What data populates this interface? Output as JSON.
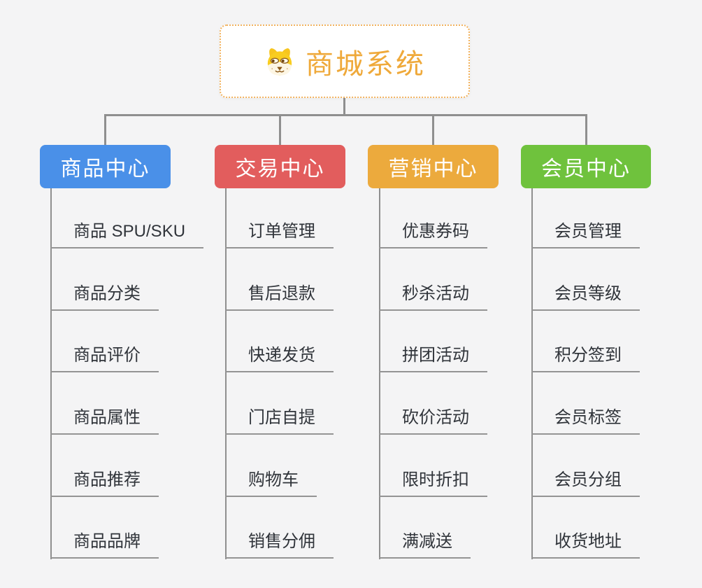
{
  "app": {
    "type": "mindmap",
    "background": "#f4f4f5",
    "connector_color": "#8f8f8f",
    "child_underline_color": "#949494",
    "child_text_color": "#30343a"
  },
  "root": {
    "label": "商城系统",
    "icon": "dog-face-icon",
    "text_color": "#efa93a",
    "border_color": "#f2b35f",
    "background": "#ffffff"
  },
  "branches": [
    {
      "label": "商品中心",
      "color": "#4a90e8",
      "text_color": "#ffffff",
      "children": [
        "商品 SPU/SKU",
        "商品分类",
        "商品评价",
        "商品属性",
        "商品推荐",
        "商品品牌"
      ]
    },
    {
      "label": "交易中心",
      "color": "#e25d5d",
      "text_color": "#ffffff",
      "children": [
        "订单管理",
        "售后退款",
        "快递发货",
        "门店自提",
        "购物车",
        "销售分佣"
      ]
    },
    {
      "label": "营销中心",
      "color": "#ecaa3d",
      "text_color": "#ffffff",
      "children": [
        "优惠券码",
        "秒杀活动",
        "拼团活动",
        "砍价活动",
        "限时折扣",
        "满减送"
      ]
    },
    {
      "label": "会员中心",
      "color": "#6fc23d",
      "text_color": "#ffffff",
      "children": [
        "会员管理",
        "会员等级",
        "积分签到",
        "会员标签",
        "会员分组",
        "收货地址"
      ]
    }
  ]
}
